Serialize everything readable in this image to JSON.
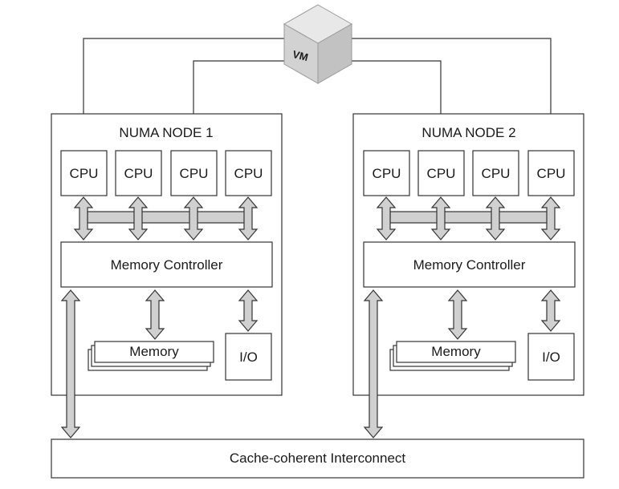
{
  "vm": {
    "label": "VM"
  },
  "nodes": [
    {
      "title": "NUMA NODE 1",
      "cpus": [
        "CPU",
        "CPU",
        "CPU",
        "CPU"
      ],
      "memory_controller": "Memory Controller",
      "memory": "Memory",
      "io": "I/O"
    },
    {
      "title": "NUMA NODE 2",
      "cpus": [
        "CPU",
        "CPU",
        "CPU",
        "CPU"
      ],
      "memory_controller": "Memory Controller",
      "memory": "Memory",
      "io": "I/O"
    }
  ],
  "interconnect": {
    "label": "Cache-coherent Interconnect"
  }
}
